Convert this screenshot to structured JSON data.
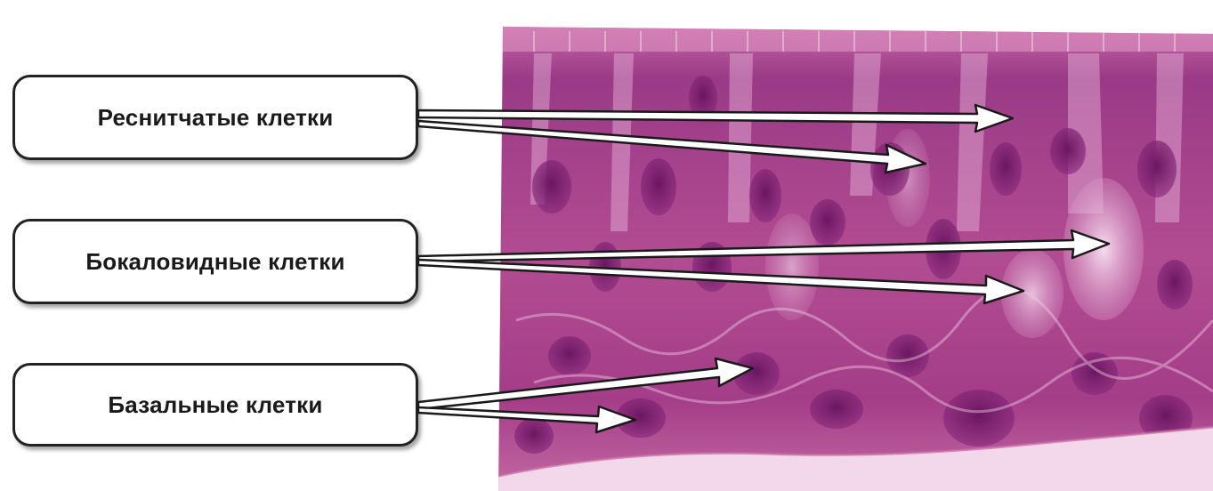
{
  "labels": {
    "ciliated": "Реснитчатые клетки",
    "goblet": "Бокаловидные клетки",
    "basal": "Базальные клетки"
  },
  "icons": {
    "micrograph": "epithelium-histology-image",
    "arrow": "pointer-arrow-icon"
  },
  "colors": {
    "tissue_dark": "#7a1f6e",
    "tissue_mid": "#b0478f",
    "tissue_light": "#e8b8d8",
    "box_border": "#222222",
    "arrow_fill": "#ffffff"
  }
}
